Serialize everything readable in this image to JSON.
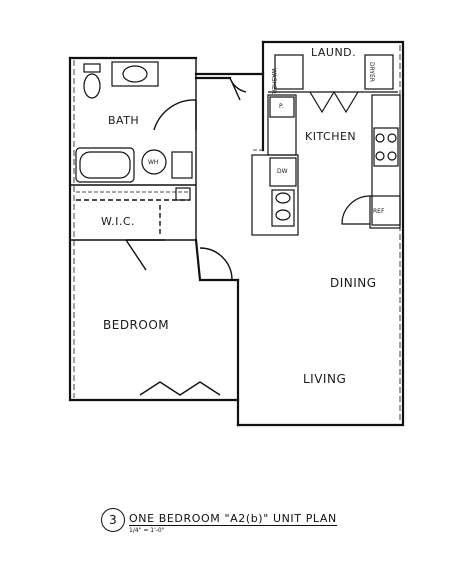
{
  "rooms": {
    "bath": "BATH",
    "laund": "LAUND.",
    "kitchen": "KITCHEN",
    "wic": "W.I.C.",
    "bedroom": "BEDROOM",
    "dining": "DINING",
    "living": "LIVING"
  },
  "fixtures": {
    "wh": "WH",
    "pantry": "P.",
    "dw": "DW",
    "ref": "REF",
    "washer": "WASHER",
    "dryer": "DRYER"
  },
  "title_block": {
    "number": "3",
    "title": "ONE BEDROOM \"A2(b)\" UNIT PLAN",
    "scale": "1/4\" = 1'-0\""
  }
}
